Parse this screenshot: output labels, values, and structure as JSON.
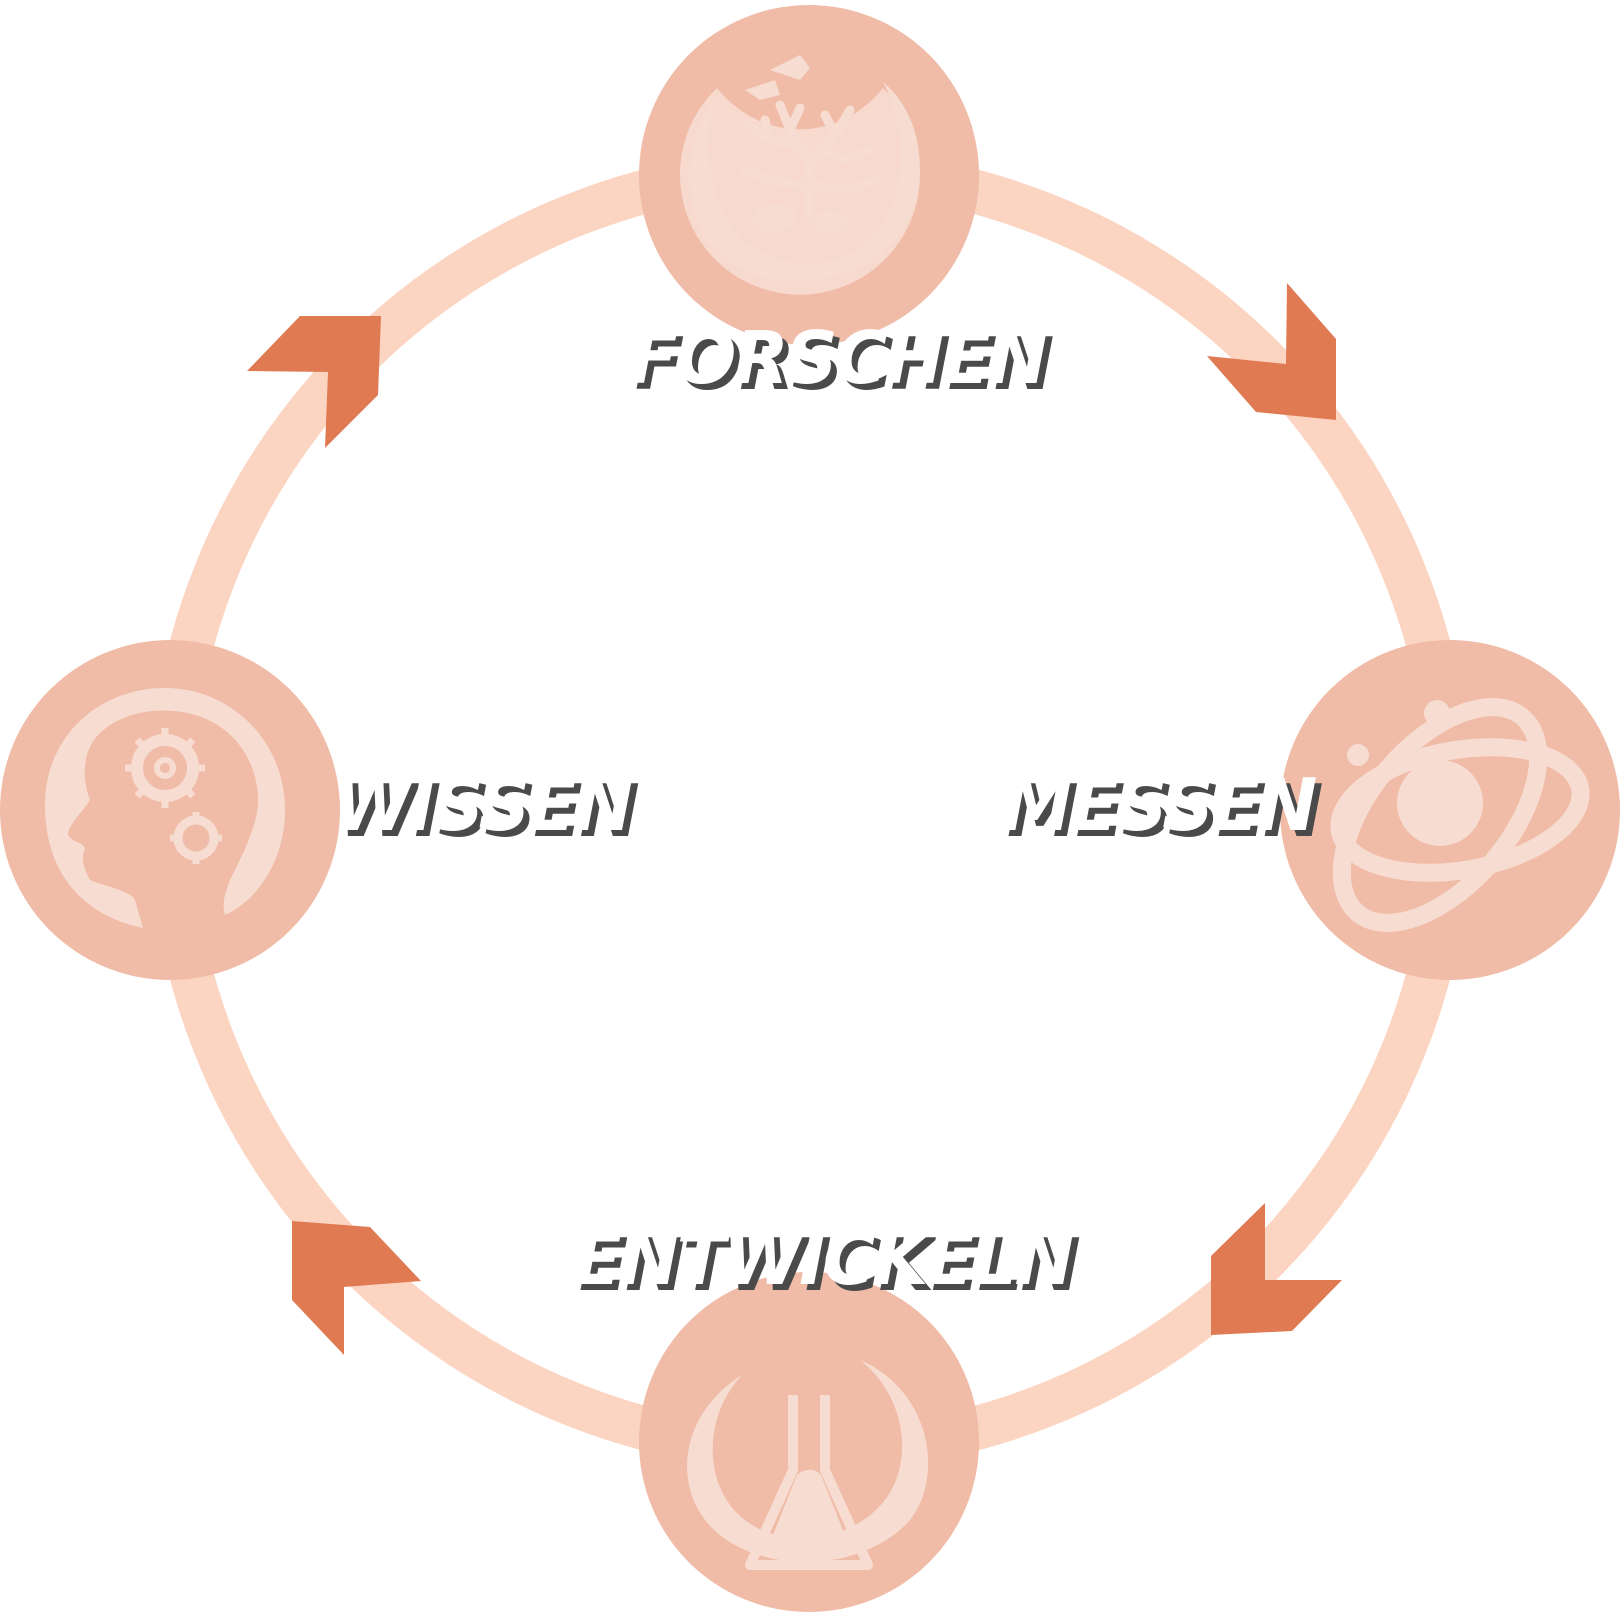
{
  "diagram": {
    "stages": [
      {
        "label": "FORSCHEN",
        "icon": "coral-reef-icon"
      },
      {
        "label": "MESSEN",
        "icon": "atom-orbit-icon"
      },
      {
        "label": "ENTWICKELN",
        "icon": "lab-flask-icon"
      },
      {
        "label": "WISSEN",
        "icon": "head-gears-icon"
      }
    ],
    "colors": {
      "ring": "#FCD5C2",
      "node": "#F0BBA7",
      "icon": "#F7DDD1",
      "arrow": "#E07A52",
      "label": "#FFFFFF",
      "label_shadow": "#4A4A4A"
    }
  }
}
